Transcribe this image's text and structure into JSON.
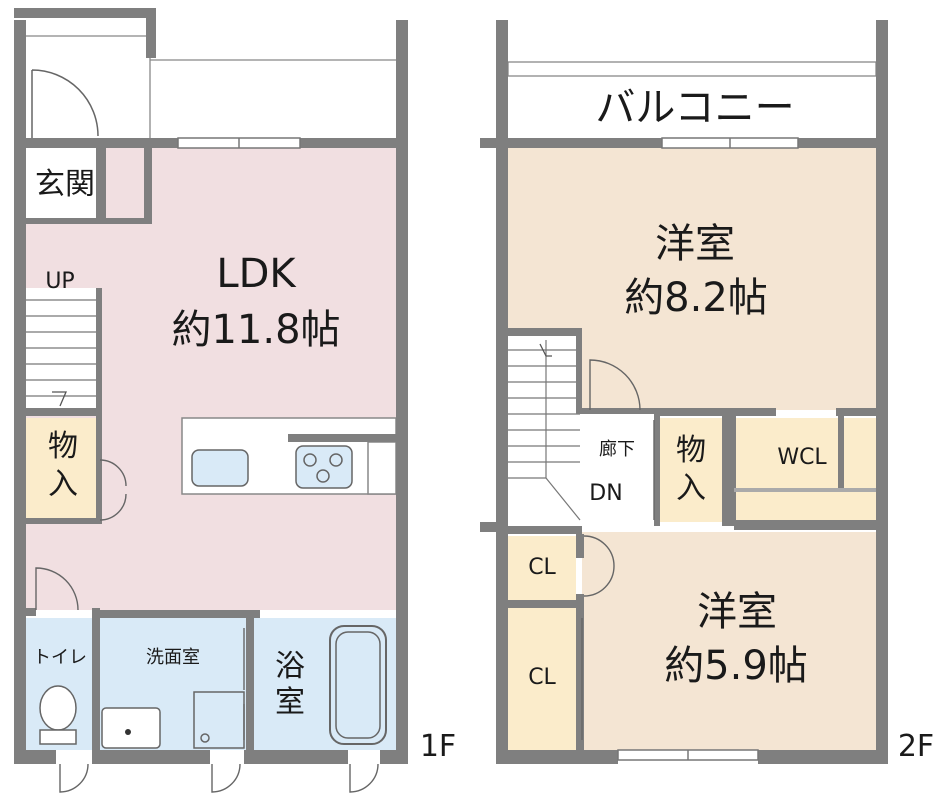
{
  "floors": {
    "first": {
      "label": "1F",
      "rooms": {
        "entrance": "玄関",
        "ldk_name": "LDK",
        "ldk_size": "約11.8帖",
        "stairs_up": "UP",
        "storage_1": "物",
        "storage_2": "入",
        "toilet": "トイレ",
        "washroom": "洗面室",
        "bath_1": "浴",
        "bath_2": "室"
      }
    },
    "second": {
      "label": "2F",
      "rooms": {
        "balcony": "バルコニー",
        "western_a_name": "洋室",
        "western_a_size": "約8.2帖",
        "hall_1": "廊下",
        "hall_2": "DN",
        "storage_1": "物",
        "storage_2": "入",
        "wcl": "WCL",
        "cl_upper": "CL",
        "cl_lower": "CL",
        "western_b_name": "洋室",
        "western_b_size": "約5.9帖"
      }
    }
  },
  "colors": {
    "wall": "#7f7f7f",
    "ldk": "#f1dfe1",
    "western": "#f4e5d3",
    "storage": "#fbeccb",
    "wet": "#d9eaf7",
    "hall": "#ffffff"
  }
}
